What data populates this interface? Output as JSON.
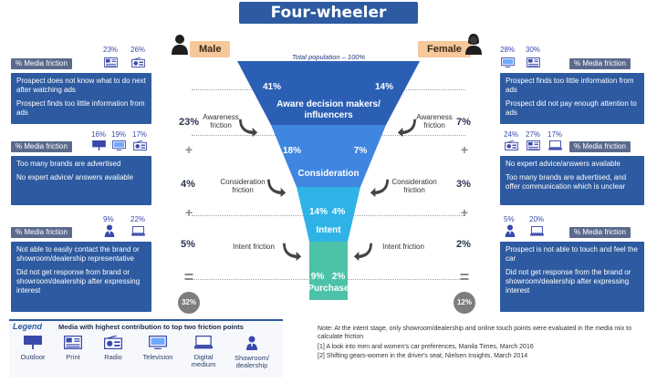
{
  "title": "Four-wheeler",
  "male": {
    "label": "Male",
    "stages": [
      {
        "tag": "% Media friction",
        "media_pcts": [
          "23%",
          "26%"
        ],
        "media_icons": [
          "print-icon",
          "radio-icon"
        ],
        "reasons": [
          "Prospect does not know what to do next after watching ads",
          "Prospect finds too little information from ads"
        ],
        "friction_pct": "23%",
        "operator": "+"
      },
      {
        "tag": "% Media friction",
        "media_pcts": [
          "16%",
          "19%",
          "17%"
        ],
        "media_icons": [
          "outdoor-icon",
          "television-icon",
          "radio-icon"
        ],
        "reasons": [
          "Too many brands are advertised",
          "No expert advice/ answers available"
        ],
        "friction_pct": "4%",
        "operator": "+"
      },
      {
        "tag": "% Media friction",
        "media_pcts": [
          "9%",
          "22%"
        ],
        "media_icons": [
          "showroom-icon",
          "digital-medium-icon"
        ],
        "reasons": [
          "Not able to easily contact the brand or showroom/dealership representative",
          "Did not get response from brand or showroom/dealership after expressing interest"
        ],
        "friction_pct": "5%",
        "operator": "="
      }
    ],
    "total": "32%"
  },
  "female": {
    "label": "Female",
    "stages": [
      {
        "tag": "% Media friction",
        "media_pcts": [
          "28%",
          "30%"
        ],
        "media_icons": [
          "television-icon",
          "print-icon"
        ],
        "reasons": [
          "Prospect finds too little information from ads",
          "Prospect did not pay enough attention to ads"
        ],
        "friction_pct": "7%",
        "operator": "+"
      },
      {
        "tag": "% Media friction",
        "media_pcts": [
          "24%",
          "27%",
          "17%"
        ],
        "media_icons": [
          "radio-icon",
          "print-icon",
          "digital-medium-icon"
        ],
        "reasons": [
          "No expert advice/answers available",
          "Too many brands are advertised, and offer communication which is unclear"
        ],
        "friction_pct": "3%",
        "operator": "+"
      },
      {
        "tag": "% Media friction",
        "media_pcts": [
          "5%",
          "20%"
        ],
        "media_icons": [
          "showroom-icon",
          "digital-medium-icon"
        ],
        "reasons": [
          "Prospect is not able to touch and feel the car",
          "Did not get response from the brand or showroom/dealership after expressing interest"
        ],
        "friction_pct": "2%",
        "operator": "="
      }
    ],
    "total": "12%"
  },
  "funnel": {
    "top_label": "Total population – 100%",
    "stages": [
      {
        "name": "Aware decision makers/ influencers",
        "male": "41%",
        "female": "14%"
      },
      {
        "name": "Consideration",
        "male": "18%",
        "female": "7%"
      },
      {
        "name": "Intent",
        "male": "14%",
        "female": "4%"
      },
      {
        "name": "Purchase",
        "male": "9%",
        "female": "2%"
      }
    ],
    "frictions": [
      "Awareness friction",
      "Consideration friction",
      "Intent friction"
    ]
  },
  "legend": {
    "title": "Legend",
    "subtitle": "Media with highest contribution to top two friction points",
    "items": [
      {
        "label": "Outdoor",
        "icon": "outdoor-icon"
      },
      {
        "label": "Print",
        "icon": "print-icon"
      },
      {
        "label": "Radio",
        "icon": "radio-icon"
      },
      {
        "label": "Television",
        "icon": "television-icon"
      },
      {
        "label": "Digital medium",
        "icon": "digital-medium-icon"
      },
      {
        "label": "Showroom/ dealership",
        "icon": "showroom-icon"
      }
    ]
  },
  "notes": [
    "Note: At the intent stage, only showroom/dealership and online touch points were evaluated in the media mix to calculate friction",
    "[1] A look into men and women's car preferences, Manila Times, March 2016",
    "[2] Shifting gears-women in the driver's seat, Nielsen Insights, March 2014"
  ],
  "colors": {
    "brand_blue": "#2d5aa0",
    "funnel_navy": "#2b5fb4",
    "funnel_blue": "#3f86e0",
    "funnel_cyan": "#2fb3e6",
    "funnel_teal": "#4cc2a8",
    "tag_orange": "#f6c89a"
  }
}
